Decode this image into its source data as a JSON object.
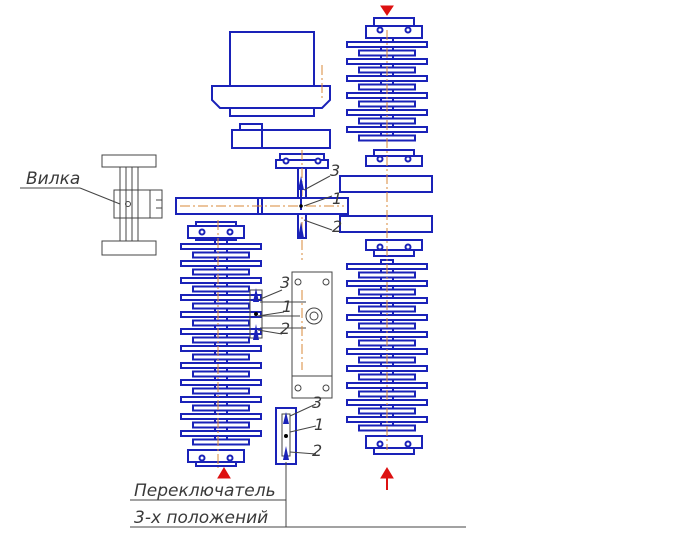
{
  "labels": {
    "fork": "Вилка",
    "switch_line1": "Переключатель",
    "switch_line2": "3-х положений",
    "pos_top": [
      "3",
      "1",
      "2"
    ],
    "pos_mid": [
      "3",
      "1",
      "2"
    ],
    "pos_bot": [
      "3",
      "1",
      "2"
    ]
  },
  "colors": {
    "drawing": "#1a22b8",
    "arrow": "#dd1111",
    "axis": "#d98a3a",
    "leader": "#444444"
  },
  "icons": {
    "flow_arrow": "red-triangle-arrow"
  }
}
